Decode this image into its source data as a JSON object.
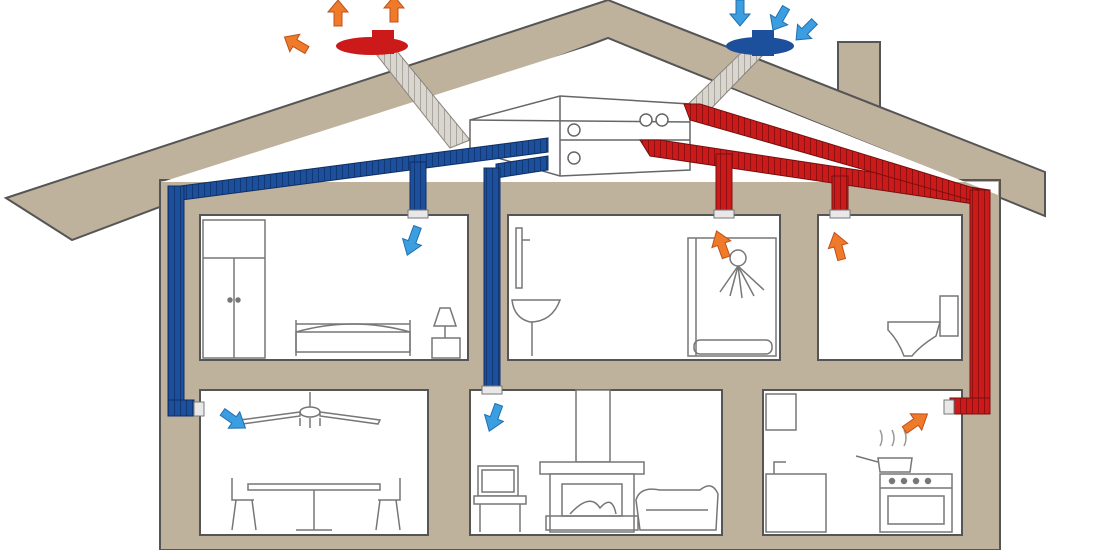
{
  "diagram": {
    "colors": {
      "wall": "#bfb29d",
      "wall_outline": "#555555",
      "room": "#ffffff",
      "fresh_air": "#1c4f9c",
      "exhaust_air": "#cc1a1a",
      "fresh_arrow": "#3b9ee0",
      "warm_arrow": "#ee7a2a",
      "furniture": "#8a8a8a"
    },
    "rooms": [
      "bedroom",
      "bathroom",
      "toilet",
      "dining-room",
      "living-room",
      "kitchen"
    ],
    "fresh_air_vents": [
      "bedroom",
      "dining-room",
      "living-room"
    ],
    "exhaust_vents": [
      "bathroom",
      "toilet",
      "kitchen"
    ],
    "icons": [
      "heat-recovery-unit-icon",
      "roof-exhaust-vent-icon",
      "roof-intake-vent-icon",
      "bed-icon",
      "lamp-icon",
      "wardrobe-icon",
      "washbasin-icon",
      "shower-icon",
      "toilet-icon",
      "ceiling-fan-icon",
      "dining-table-icon",
      "fireplace-icon",
      "armchair-icon",
      "tv-icon",
      "stove-icon",
      "sink-icon"
    ]
  }
}
